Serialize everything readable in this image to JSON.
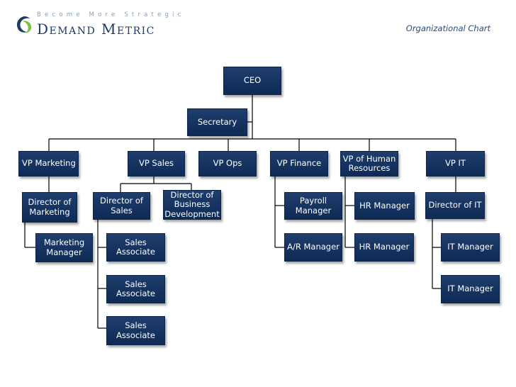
{
  "header": {
    "tagline": "Become More Strategic",
    "brand": "Demand Metric",
    "title": "Organizational Chart"
  },
  "chart": {
    "ceo": "CEO",
    "secretary": "Secretary",
    "vp_marketing": "VP Marketing",
    "vp_sales": "VP Sales",
    "vp_ops": "VP Ops",
    "vp_finance": "VP Finance",
    "vp_hr": "VP of Human Resources",
    "vp_it": "VP IT",
    "dir_marketing": "Director of Marketing",
    "dir_sales": "Director of Sales",
    "dir_bizdev": "Director of Business Development",
    "payroll_manager": "Payroll Manager",
    "hr_manager_1": "HR Manager",
    "dir_it": "Director of IT",
    "marketing_manager": "Marketing Manager",
    "sales_associate_1": "Sales Associate",
    "sales_associate_2": "Sales Associate",
    "sales_associate_3": "Sales Associate",
    "ar_manager": "A/R Manager",
    "hr_manager_2": "HR Manager",
    "it_manager_1": "IT Manager",
    "it_manager_2": "IT Manager"
  }
}
